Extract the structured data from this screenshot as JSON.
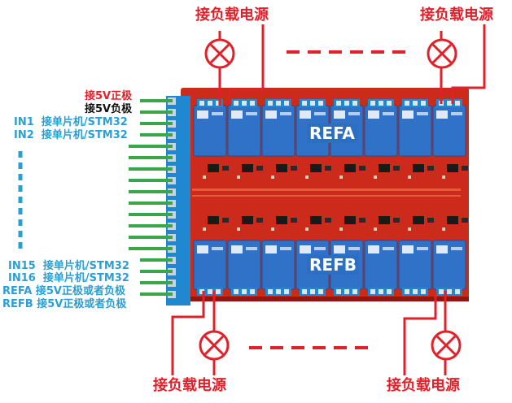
{
  "load_supply_label": "接负载电源",
  "group_a_label": "REFA",
  "group_b_label": "REFB",
  "terminals": [
    {
      "id": "",
      "text": "接5V正极",
      "color": "#e2202a"
    },
    {
      "id": "",
      "text": "接5V负极",
      "color": "#111111"
    },
    {
      "id": "IN1",
      "text": "接单片机/STM32",
      "color": "#2b9fd4"
    },
    {
      "id": "IN2",
      "text": "接单片机/STM32",
      "color": "#2b9fd4"
    },
    {
      "id": "IN15",
      "text": "接单片机/STM32",
      "color": "#2b9fd4"
    },
    {
      "id": "IN16",
      "text": "接单片机/STM32",
      "color": "#2b9fd4"
    },
    {
      "id": "REFA",
      "text": "接5V正极或者负极",
      "color": "#2b9fd4"
    },
    {
      "id": "REFB",
      "text": "接5V正极或者负极",
      "color": "#2b9fd4"
    }
  ],
  "colors": {
    "pcb": "#cc2a1a",
    "relay": "#2f72c8",
    "terminal_block": "#1f88d0",
    "wire_green": "#3aa64a",
    "wire_red": "#e2202a",
    "label_blue": "#2b9fd4"
  },
  "icons": {
    "load": "lamp-cross-icon"
  }
}
